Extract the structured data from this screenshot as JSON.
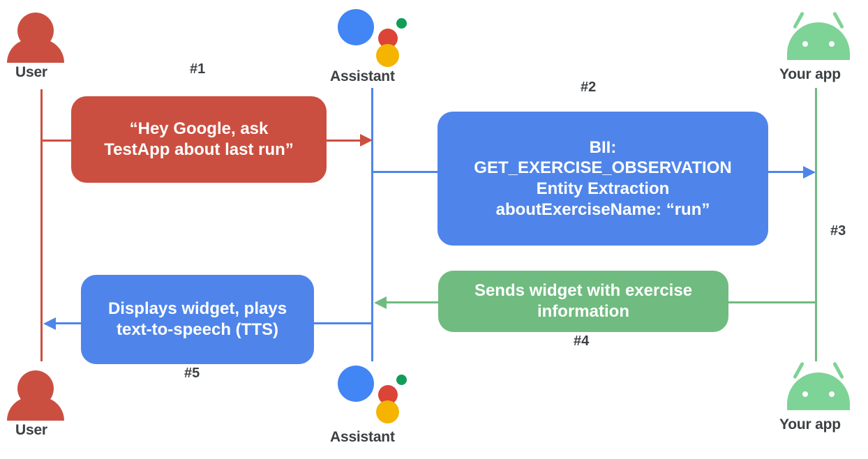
{
  "diagram": {
    "title": "Google Assistant App Actions sequence diagram",
    "colors": {
      "red": "#cb4f40",
      "blue": "#4f85ea",
      "green": "#70bb80",
      "assistant_blue": "#4285f4",
      "assistant_red": "#db4437",
      "assistant_yellow": "#f4b400",
      "assistant_green": "#0f9d58",
      "android_green": "#7ed396",
      "text_dark": "#3c4043",
      "text_light": "#ffffff",
      "background": "#ffffff"
    }
  },
  "actors": {
    "top": [
      {
        "id": "user-top",
        "label": "User",
        "icon": "user-avatar-icon"
      },
      {
        "id": "assistant-top",
        "label": "Assistant",
        "icon": "google-assistant-icon"
      },
      {
        "id": "app-top",
        "label": "Your app",
        "icon": "android-robot-icon"
      }
    ],
    "bottom": [
      {
        "id": "user-bottom",
        "label": "User",
        "icon": "user-avatar-icon"
      },
      {
        "id": "assistant-bottom",
        "label": "Assistant",
        "icon": "google-assistant-icon"
      },
      {
        "id": "app-bottom",
        "label": "Your app",
        "icon": "android-robot-icon"
      }
    ]
  },
  "steps": [
    {
      "number": "#1",
      "from": "User",
      "to": "Assistant",
      "color": "red",
      "lines": [
        "“Hey Google, ask",
        "TestApp about last run”"
      ]
    },
    {
      "number": "#2",
      "from": "Assistant",
      "to": "Your app",
      "color": "blue",
      "lines": [
        "BII:",
        "GET_EXERCISE_OBSERVATION",
        "Entity Extraction",
        "aboutExerciseName: “run”"
      ]
    },
    {
      "number": "#3",
      "from": "Your app",
      "to": "Your app",
      "color": "green",
      "lines": []
    },
    {
      "number": "#4",
      "from": "Your app",
      "to": "Assistant",
      "color": "green",
      "lines": [
        "Sends widget with exercise",
        "information"
      ]
    },
    {
      "number": "#5",
      "from": "Assistant",
      "to": "User",
      "color": "blue",
      "lines": [
        "Displays widget, plays",
        "text-to-speech (TTS)"
      ]
    }
  ]
}
